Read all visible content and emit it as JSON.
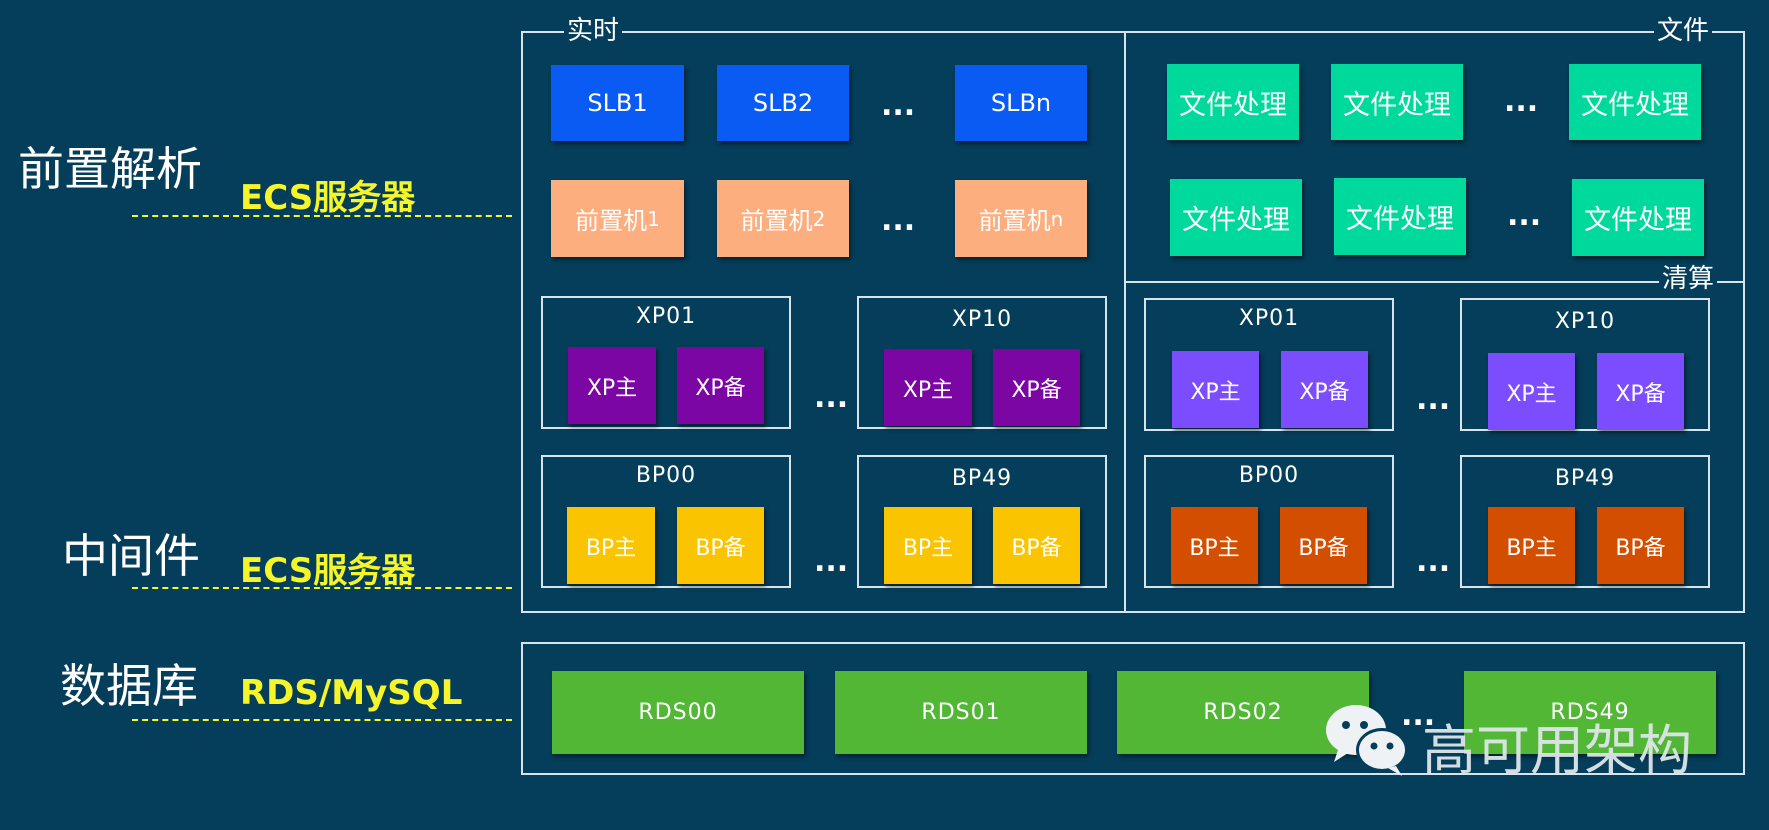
{
  "tiers": [
    {
      "title": "前置解析",
      "sub": "ECS服务器"
    },
    {
      "title": "中间件",
      "sub": "ECS服务器"
    },
    {
      "title": "数据库",
      "sub": "RDS/MySQL"
    }
  ],
  "zones": {
    "realtime": "实时",
    "file": "文件",
    "clearing": "清算"
  },
  "realtime": {
    "slb": [
      "SLB1",
      "SLB2",
      "SLBn"
    ],
    "front": [
      {
        "text": "前置机",
        "sub": "1"
      },
      {
        "text": "前置机",
        "sub": "2"
      },
      {
        "text": "前置机",
        "sub": "n"
      }
    ],
    "xp_groups": [
      {
        "label": "XP01",
        "master": "XP主",
        "backup": "XP备"
      },
      {
        "label": "XP10",
        "master": "XP主",
        "backup": "XP备"
      }
    ],
    "bp_groups": [
      {
        "label": "BP00",
        "master": "BP主",
        "backup": "BP备"
      },
      {
        "label": "BP49",
        "master": "BP主",
        "backup": "BP备"
      }
    ]
  },
  "file": {
    "row1": [
      "文件处理",
      "文件处理",
      "文件处理"
    ],
    "row2": [
      "文件处理",
      "文件处理",
      "文件处理"
    ]
  },
  "clearing": {
    "xp_groups": [
      {
        "label": "XP01",
        "master": "XP主",
        "backup": "XP备"
      },
      {
        "label": "XP10",
        "master": "XP主",
        "backup": "XP备"
      }
    ],
    "bp_groups": [
      {
        "label": "BP00",
        "master": "BP主",
        "backup": "BP备"
      },
      {
        "label": "BP49",
        "master": "BP主",
        "backup": "BP备"
      }
    ]
  },
  "database": [
    "RDS00",
    "RDS01",
    "RDS02",
    "RDS49"
  ],
  "ellipsis": "...",
  "watermark": {
    "text": "高可用架构",
    "icon": "wechat-icon"
  },
  "colors": {
    "background": "#053e5a",
    "slb": "#0a5af4",
    "front": "#fcae7f",
    "file": "#00d99c",
    "xp_realtime": "#7b06a3",
    "xp_clearing": "#7c4dff",
    "bp_realtime": "#fbc400",
    "bp_clearing": "#d44e00",
    "rds": "#53b736",
    "tier_sub": "#f5f52a"
  }
}
